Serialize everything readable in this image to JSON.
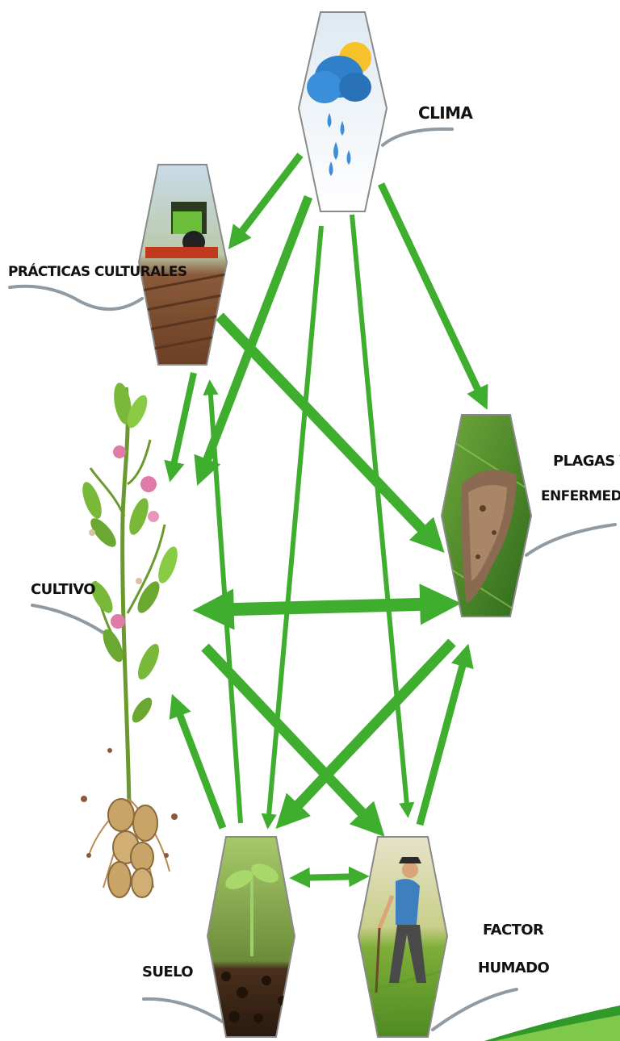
{
  "nodes": {
    "clima": {
      "label": "CLIMA"
    },
    "practicas": {
      "label": "PRÁCTICAS CULTURALES"
    },
    "plagas": {
      "label_line1": "PLAGAS Y",
      "label_line2": "ENFERMEDADES"
    },
    "cultivo": {
      "label": "CULTIVO"
    },
    "suelo": {
      "label": "SUELO"
    },
    "factor": {
      "label_line1": "FACTOR",
      "label_line2": "HUMADO"
    }
  },
  "colors": {
    "arrow": "#3fae2f",
    "hex_border": "#8a8a8a",
    "swoosh": "#8f9aa3",
    "corner_green": "#2f9a2a"
  },
  "icons": {
    "clima": "rain-cloud-sun-icon",
    "practicas": "tractor-field-icon",
    "plagas": "diseased-leaf-icon",
    "cultivo": "potato-plant-icon",
    "suelo": "seedling-soil-icon",
    "factor": "farmer-icon"
  }
}
